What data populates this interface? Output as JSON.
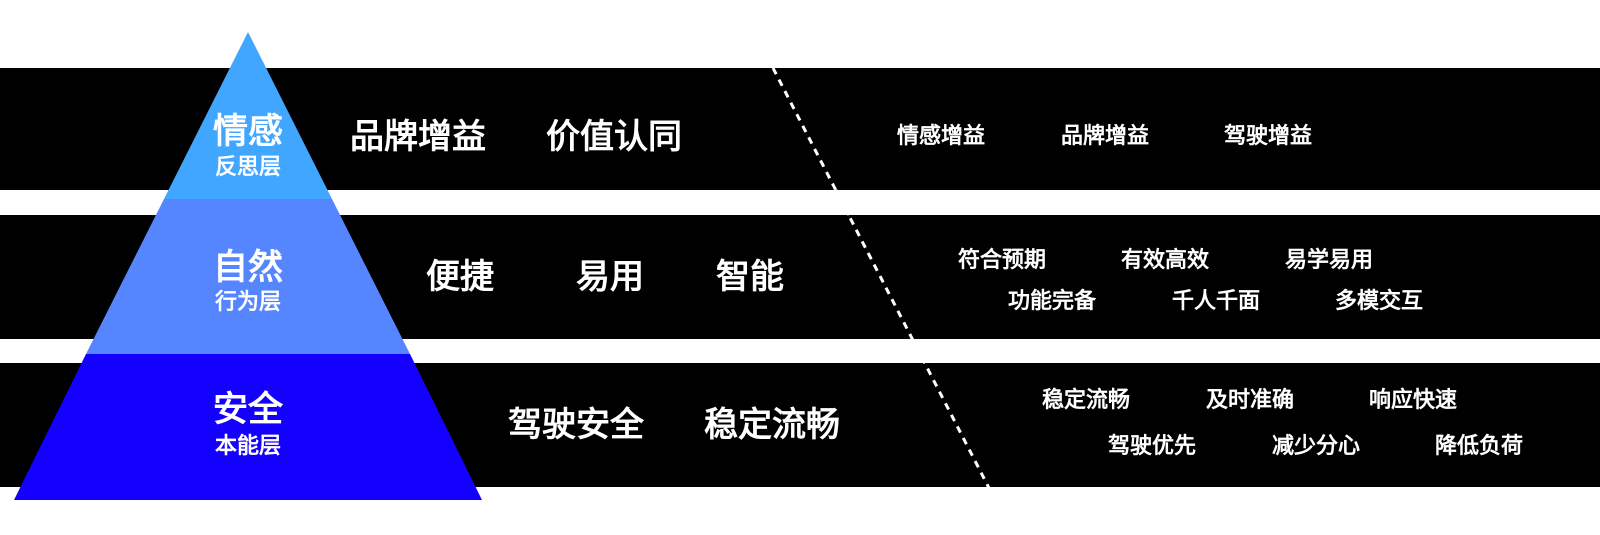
{
  "layers": [
    {
      "title": "情感",
      "subtitle": "反思层",
      "color": "#40A6FF",
      "keywords": [
        "品牌增益",
        "价值认同"
      ],
      "tags": [
        "情感增益",
        "品牌增益",
        "驾驶增益"
      ]
    },
    {
      "title": "自然",
      "subtitle": "行为层",
      "color": "#5585FF",
      "keywords": [
        "便捷",
        "易用",
        "智能"
      ],
      "tags": [
        "符合预期",
        "有效高效",
        "易学易用",
        "功能完备",
        "千人千面",
        "多模交互"
      ]
    },
    {
      "title": "安全",
      "subtitle": "本能层",
      "color": "#1400FF",
      "keywords": [
        "驾驶安全",
        "稳定流畅"
      ],
      "tags": [
        "稳定流畅",
        "及时准确",
        "响应快速",
        "驾驶优先",
        "减少分心",
        "降低负荷"
      ]
    }
  ]
}
